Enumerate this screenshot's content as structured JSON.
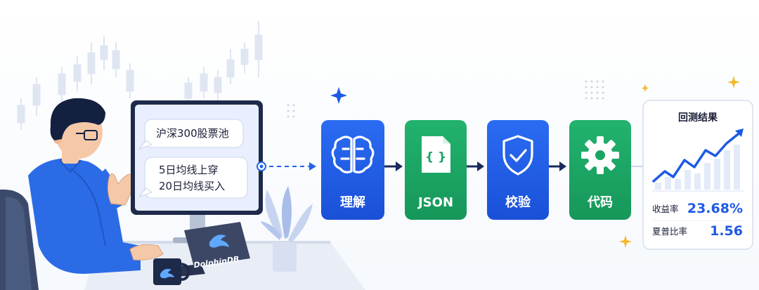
{
  "chat": {
    "bubble1": "沪深300股票池",
    "bubble2_line1": "5日均线上穿",
    "bubble2_line2": "20日均线买入"
  },
  "laptop": {
    "brand": "DolphinDB"
  },
  "pipeline": [
    {
      "label": "理解",
      "icon": "brain-icon",
      "color": "#1e5ae6"
    },
    {
      "label": "JSON",
      "icon": "json-file-icon",
      "color": "#1aa463"
    },
    {
      "label": "校验",
      "icon": "shield-check-icon",
      "color": "#1e5ae6"
    },
    {
      "label": "代码",
      "icon": "gear-icon",
      "color": "#1aa463"
    }
  ],
  "results": {
    "title": "回测结果",
    "metrics": [
      {
        "label": "收益率",
        "value": "23.68%"
      },
      {
        "label": "夏普比率",
        "value": "1.56"
      }
    ]
  },
  "colors": {
    "accent_blue": "#1e5ae6",
    "accent_green": "#1aa463",
    "navy": "#1a2a5c"
  }
}
